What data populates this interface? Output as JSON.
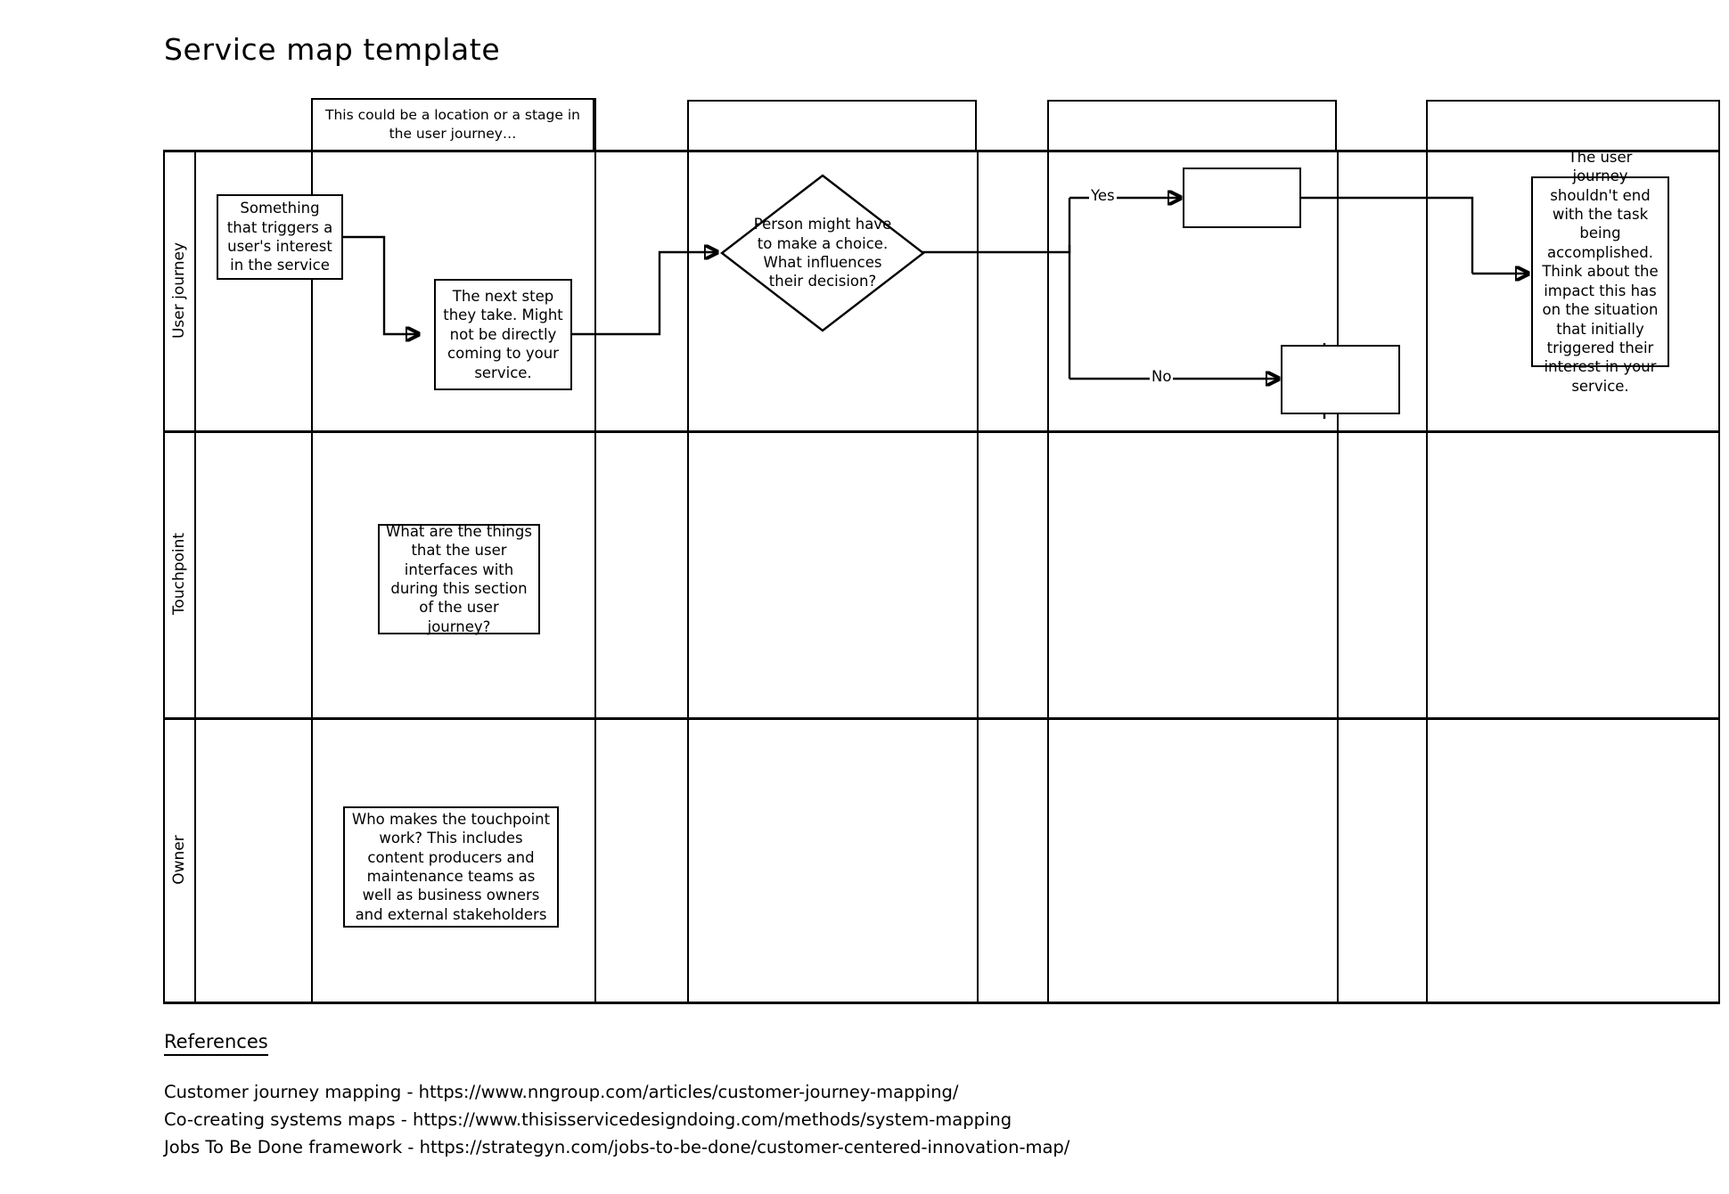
{
  "page": {
    "title": "Service map template"
  },
  "columns": [
    {
      "id": "stage-1",
      "label": "This could be a location or a stage in the user journey…"
    },
    {
      "id": "stage-2",
      "label": ""
    },
    {
      "id": "stage-3",
      "label": ""
    },
    {
      "id": "stage-4",
      "label": ""
    }
  ],
  "rows": [
    {
      "id": "user-journey",
      "label": "User journey"
    },
    {
      "id": "touchpoint",
      "label": "Touchpoint"
    },
    {
      "id": "owner",
      "label": "Owner"
    }
  ],
  "nodes": {
    "trigger": {
      "text": "Something that triggers a user's interest in the service"
    },
    "next_step": {
      "text": "The next step they take. Might not be directly coming to your service."
    },
    "decision": {
      "text": "Person might have to make a choice. What influences their decision?"
    },
    "yes_box": {
      "text": ""
    },
    "no_box": {
      "text": ""
    },
    "outcome": {
      "text": "The user journey shouldn't end with the task being accomplished. Think about the impact this has on the situation that initially triggered their interest in your service."
    },
    "touchpoint": {
      "text": "What are the things that the user interfaces with during this section of the user journey?"
    },
    "owner": {
      "text": "Who makes the touchpoint work? This includes content producers and maintenance teams as well as business owners and external stakeholders"
    }
  },
  "edges": {
    "yes_label": "Yes",
    "no_label": "No"
  },
  "references": {
    "heading": "References",
    "items": [
      "Customer journey mapping - https://www.nngroup.com/articles/customer-journey-mapping/",
      "Co-creating systems maps - https://www.thisisservicedesigndoing.com/methods/system-mapping",
      "Jobs To Be Done framework - https://strategyn.com/jobs-to-be-done/customer-centered-innovation-map/"
    ]
  },
  "colors": {
    "stroke": "#000000",
    "background": "#ffffff"
  }
}
